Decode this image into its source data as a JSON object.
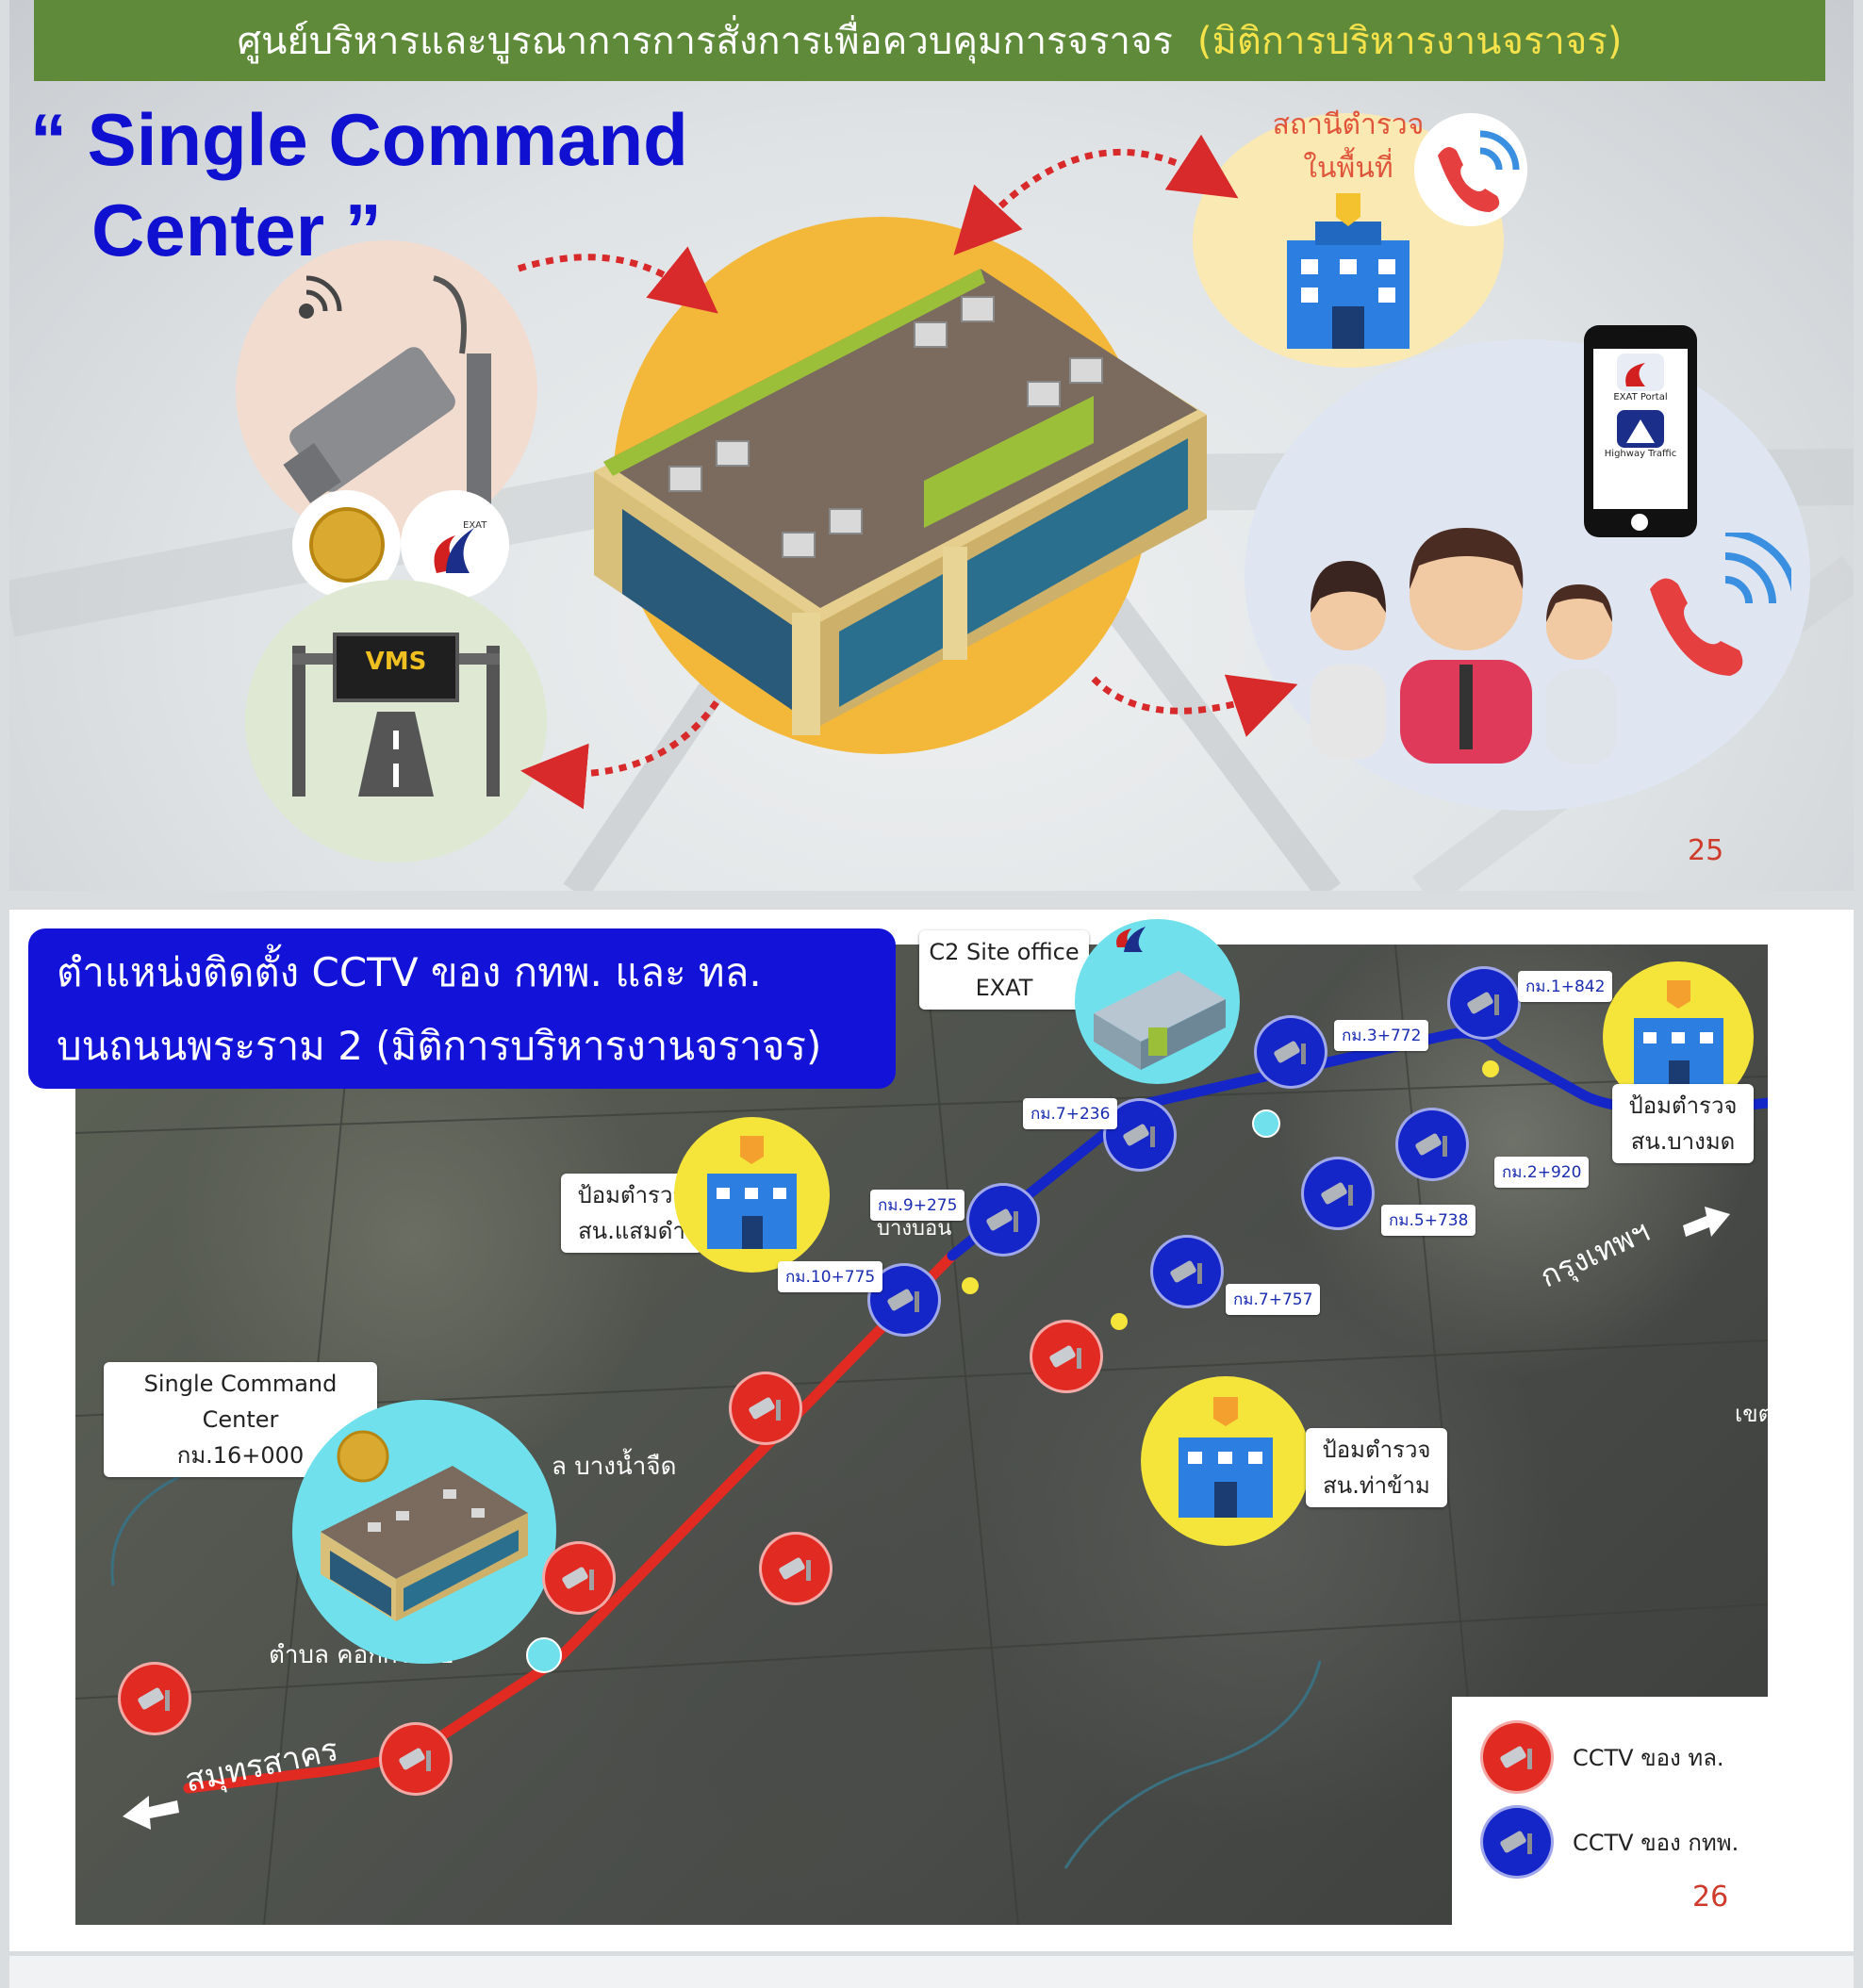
{
  "slide1": {
    "header_main": "ศูนย์บริหารและบูรณาการการสั่งการเพื่อควบคุมการจราจร",
    "header_highlight": "(มิติการบริหารงานจราจร)",
    "title_line1": "“ Single Command",
    "title_line2": "Center ”",
    "police_label_line1": "สถานีตำรวจ",
    "police_label_line2": "ในพื้นที่",
    "vms_label": "VMS",
    "exat_logo_text": "EXAT",
    "app_label_1": "EXAT Portal",
    "app_label_2": "Highway Traffic",
    "page_number": "25"
  },
  "slide2": {
    "title_line1": "ตำแหน่งติดตั้ง CCTV ของ กทพ. และ ทล.",
    "title_line2": "บนถนนพระราม 2 (มิติการบริหารงานจราจร)",
    "c2_office_line1": "C2 Site office",
    "c2_office_line2": "EXAT",
    "scc_line1": "Single Command Center",
    "scc_line2": "กม.16+000",
    "police_samdam_line1": "ป้อมตำรวจ",
    "police_samdam_line2": "สน.แสมดำ",
    "police_bangmod_line1": "ป้อมตำรวจ",
    "police_bangmod_line2": "สน.บางมด",
    "police_thakham_line1": "ป้อมตำรวจ",
    "police_thakham_line2": "สน.ท่าข้าม",
    "km_labels": {
      "k1": "กม.1+842",
      "k2": "กม.3+772",
      "k3": "กม.7+236",
      "k4": "กม.2+920",
      "k5": "กม.5+738",
      "k6": "กม.9+275",
      "k7": "กม.10+775",
      "k8": "กม.7+757"
    },
    "place_bangkok": "กรุงเทพฯ",
    "place_samutsakhon": "สมุทรสาคร",
    "place_bangnamchued": "ล บางน้ำจืด",
    "place_khokkrabue": "ตำบล คอกกระบือ",
    "place_khet": "เขต",
    "place_bangbon": "บางบอน",
    "legend_red": "CCTV ของ ทล.",
    "legend_blue": "CCTV ของ กทพ.",
    "page_number": "26"
  },
  "colors": {
    "header_green": "#5e8a3a",
    "title_blue": "#1010d0",
    "doh_red": "#e02a22",
    "exat_blue": "#1426c8"
  }
}
